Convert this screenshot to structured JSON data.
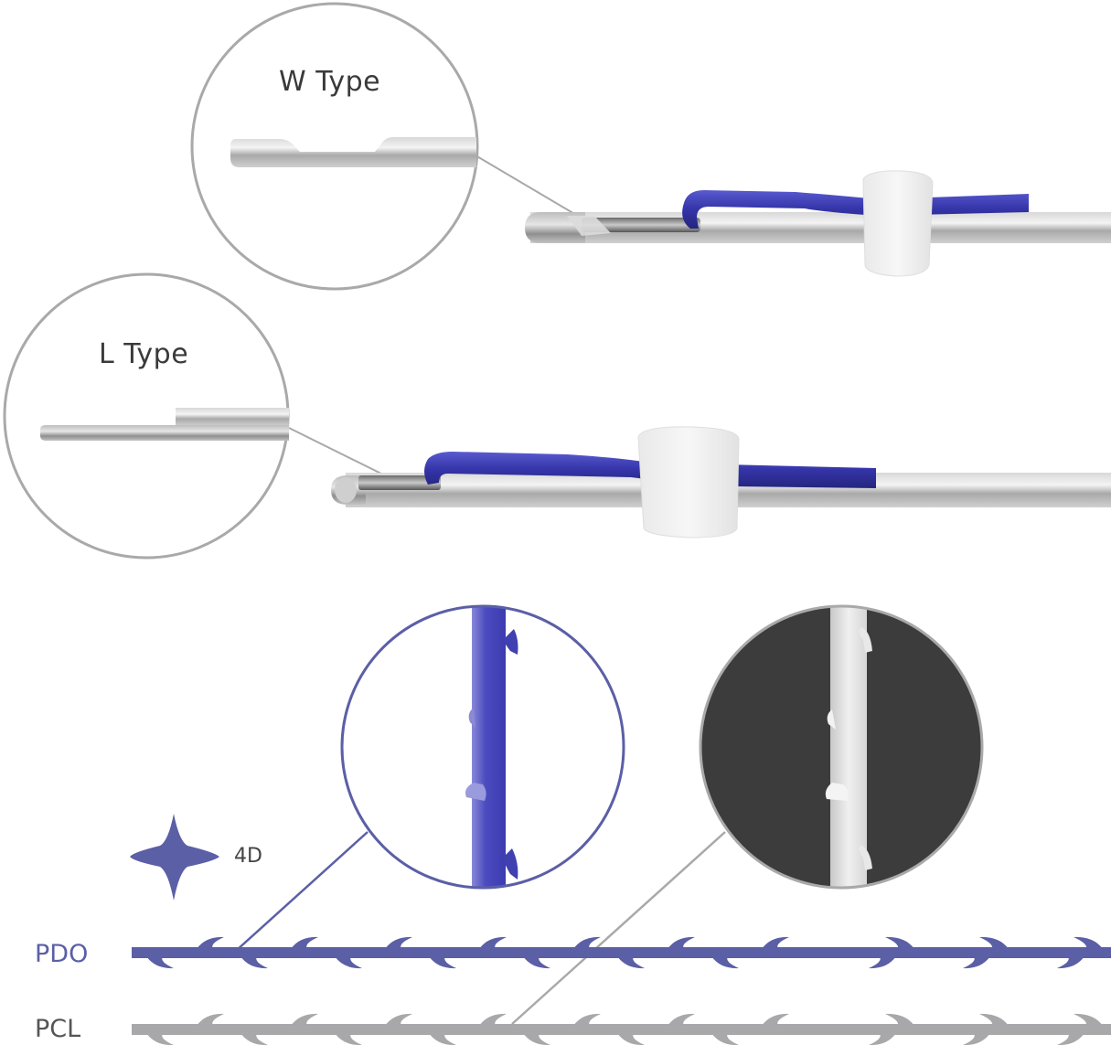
{
  "colors": {
    "pdo": "#5b5fa6",
    "pcl": "#a8a8aa",
    "thread_blue": "#3a3aa0",
    "circle_stroke": "#a9a9a9",
    "dark_zoom_bg": "#3c3c3c",
    "text": "#3a3a3a"
  },
  "callouts": {
    "w_type": {
      "label": "W Type"
    },
    "l_type": {
      "label": "L Type"
    },
    "pdo_zoom": {
      "name": "PDO barbed thread magnified"
    },
    "pcl_zoom": {
      "name": "PCL barbed thread magnified"
    }
  },
  "legend": {
    "icon": "four-point-star-icon",
    "label": "4D"
  },
  "materials": [
    {
      "label": "PDO"
    },
    {
      "label": "PCL"
    }
  ]
}
